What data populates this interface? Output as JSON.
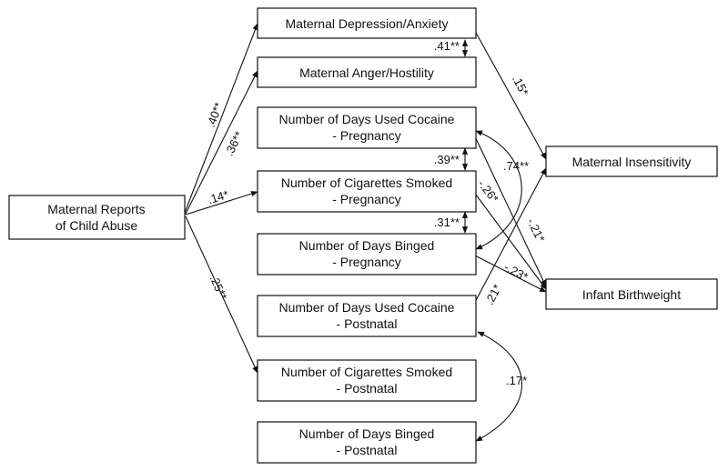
{
  "nodes": {
    "abuse": {
      "lines": [
        "Maternal Reports",
        "of Child Abuse"
      ]
    },
    "depression": {
      "lines": [
        "Maternal Depression/Anxiety"
      ]
    },
    "anger": {
      "lines": [
        "Maternal Anger/Hostility"
      ]
    },
    "cocaine_preg": {
      "lines": [
        "Number of Days Used Cocaine",
        "- Pregnancy"
      ]
    },
    "cigs_preg": {
      "lines": [
        "Number of Cigarettes Smoked",
        "- Pregnancy"
      ]
    },
    "binged_preg": {
      "lines": [
        "Number of Days Binged",
        "- Pregnancy"
      ]
    },
    "cocaine_post": {
      "lines": [
        "Number of Days Used Cocaine",
        "- Postnatal"
      ]
    },
    "cigs_post": {
      "lines": [
        "Number of Cigarettes Smoked",
        "- Postnatal"
      ]
    },
    "binged_post": {
      "lines": [
        "Number of Days Binged",
        "- Postnatal"
      ]
    },
    "insensitivity": {
      "lines": [
        "Maternal Insensitivity"
      ]
    },
    "birthweight": {
      "lines": [
        "Infant Birthweight"
      ]
    }
  },
  "paths": [
    {
      "from": "abuse",
      "to": "depression",
      "coefficient": ".40**"
    },
    {
      "from": "abuse",
      "to": "anger",
      "coefficient": ".36**"
    },
    {
      "from": "abuse",
      "to": "cigs_preg",
      "coefficient": ".14*"
    },
    {
      "from": "abuse",
      "to": "cigs_post",
      "coefficient": ".25**"
    },
    {
      "from": "depression",
      "to": "insensitivity",
      "coefficient": ".15*"
    },
    {
      "from": "cocaine_preg",
      "to": "birthweight",
      "coefficient": "-.21*"
    },
    {
      "from": "cigs_preg",
      "to": "birthweight",
      "coefficient": "-.26*"
    },
    {
      "from": "binged_preg",
      "to": "birthweight",
      "coefficient": "-.23*"
    },
    {
      "from": "cocaine_post",
      "to": "insensitivity",
      "coefficient": ".21*"
    }
  ],
  "correlations": [
    {
      "between": [
        "depression",
        "anger"
      ],
      "coefficient": ".41**"
    },
    {
      "between": [
        "cocaine_preg",
        "cigs_preg"
      ],
      "coefficient": ".39**"
    },
    {
      "between": [
        "cigs_preg",
        "binged_preg"
      ],
      "coefficient": ".31**"
    },
    {
      "between": [
        "cocaine_preg",
        "binged_preg"
      ],
      "coefficient": ".74**"
    },
    {
      "between": [
        "cocaine_post",
        "binged_post"
      ],
      "coefficient": ".17*"
    }
  ]
}
